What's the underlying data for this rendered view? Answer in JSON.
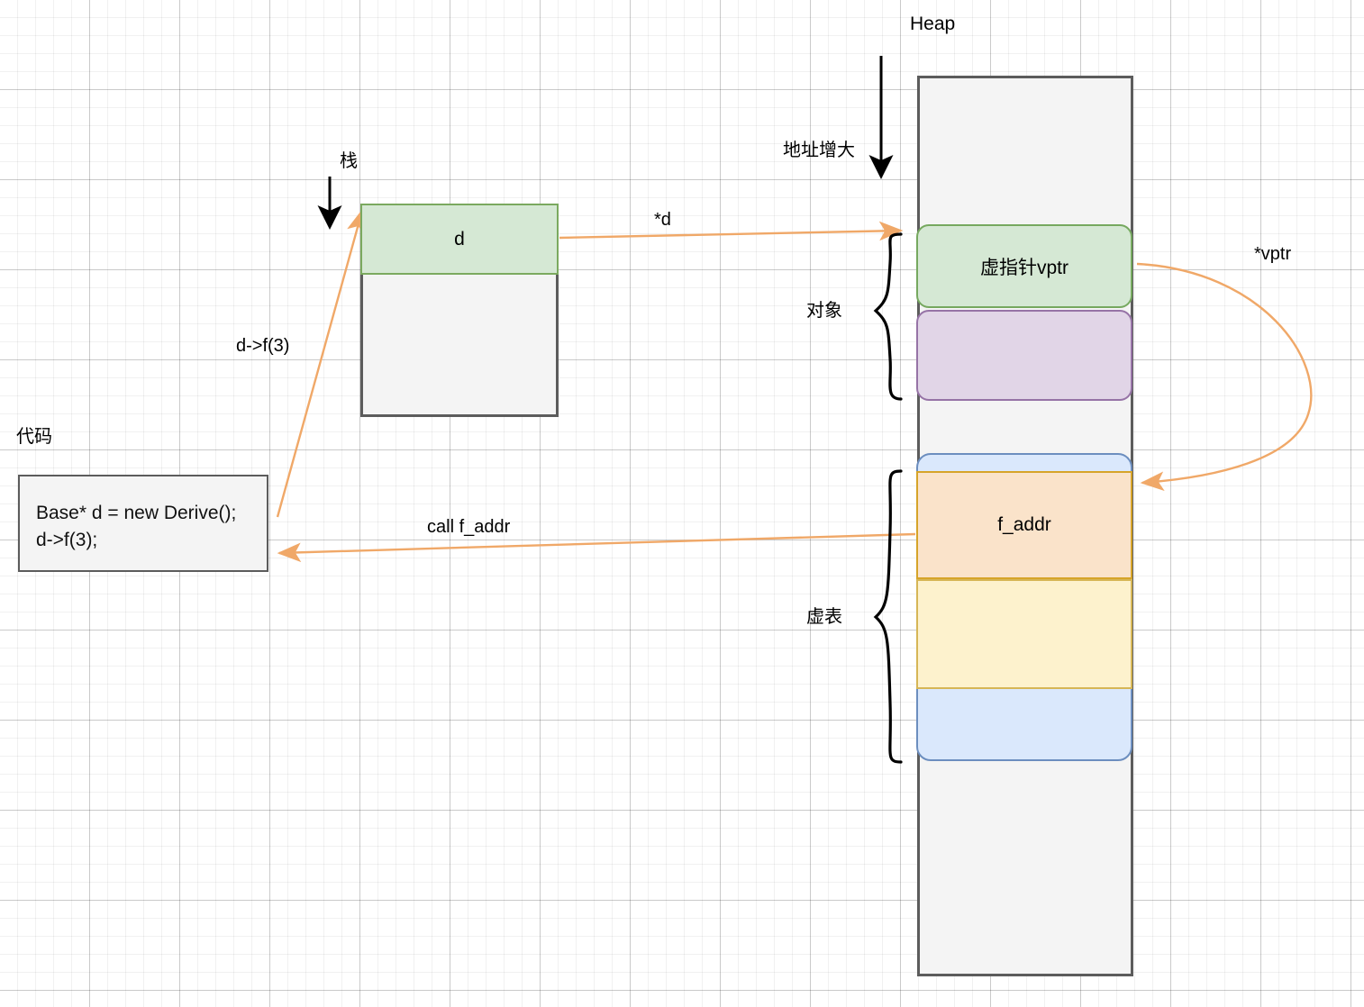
{
  "diagram": {
    "title_heap": "Heap",
    "label_address_grow": "地址增大",
    "label_stack": "栈",
    "label_code": "代码",
    "colors": {
      "arrow": "#f0a868",
      "vptr_fill": "#d5e8d4",
      "vptr_stroke": "#76a85f",
      "member_fill": "#e1d5e7",
      "member_stroke": "#9673a6",
      "vtable_fill": "#dae8fc",
      "vtable_stroke": "#6c8ebf",
      "faddr_fill": "#fae3ca",
      "faddr_stroke": "#d6a429",
      "slot_fill": "#fdf2cd",
      "slot_stroke": "#d6b656",
      "frame_stroke": "#5c5c5c",
      "frame_fill": "#f4f4f4"
    }
  },
  "code_box": {
    "lines": [
      "Base* d = new Derive();",
      "d->f(3);"
    ]
  },
  "stack": {
    "slot_label": "d"
  },
  "heap": {
    "object_brace_label": "对象",
    "vtable_brace_label": "虚表",
    "cells": [
      {
        "name": "vptr",
        "label": "虚指针vptr"
      },
      {
        "name": "member",
        "label": ""
      },
      {
        "name": "f_addr",
        "label": "f_addr"
      },
      {
        "name": "slot2",
        "label": ""
      },
      {
        "name": "slot3",
        "label": ""
      }
    ]
  },
  "arrows": [
    {
      "name": "deref-d",
      "label": "*d"
    },
    {
      "name": "call-f-addr",
      "label": "call f_addr"
    },
    {
      "name": "invoke-d-f",
      "label": "d->f(3)"
    },
    {
      "name": "vptr-points-to-vtable",
      "label": "*vptr"
    }
  ]
}
